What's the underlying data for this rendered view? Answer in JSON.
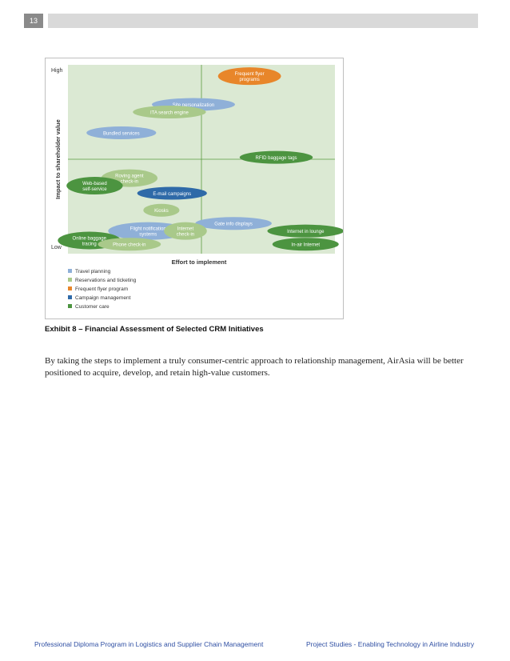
{
  "page_number": "13",
  "caption": "Exhibit 8 – Financial Assessment of Selected CRM Initiatives",
  "body": "By taking the steps to implement a truly consumer-centric approach to relationship management, AirAsia will be better positioned to acquire, develop, and retain high-value customers.",
  "footer": {
    "left": "Professional Diploma Program in Logistics and Supplier Chain Management",
    "right": "Project Studies - Enabling Technology in Airline Industry"
  },
  "chart_data": {
    "type": "scatter",
    "ylabel": "Impact to shareholder value",
    "xlabel": "Effort to implement",
    "y_ticks": [
      "High",
      "Low"
    ],
    "quadrant_grid": true,
    "colors": {
      "travel_planning": "#8fb0d8",
      "reservations": "#a9c98a",
      "frequent_flyer": "#e8862a",
      "campaign": "#2f6aa8",
      "customer_care": "#4c9440"
    },
    "legend": [
      {
        "label": "Travel planning",
        "category": "travel_planning"
      },
      {
        "label": "Reservations and ticketing",
        "category": "reservations"
      },
      {
        "label": "Frequent flyer program",
        "category": "frequent_flyer"
      },
      {
        "label": "Campaign management",
        "category": "campaign"
      },
      {
        "label": "Customer care",
        "category": "customer_care"
      }
    ],
    "points": [
      {
        "label": [
          "Frequent flyer",
          "programs"
        ],
        "category": "frequent_flyer",
        "effort": 0.68,
        "impact": 0.94
      },
      {
        "label": [
          "Site personalization"
        ],
        "category": "travel_planning",
        "effort": 0.47,
        "impact": 0.79
      },
      {
        "label": [
          "ITA search engine"
        ],
        "category": "reservations",
        "effort": 0.38,
        "impact": 0.75
      },
      {
        "label": [
          "Bundled services"
        ],
        "category": "travel_planning",
        "effort": 0.2,
        "impact": 0.64
      },
      {
        "label": [
          "RFID baggage tags"
        ],
        "category": "customer_care",
        "effort": 0.78,
        "impact": 0.51
      },
      {
        "label": [
          "Roving agent",
          "check-in"
        ],
        "category": "reservations",
        "effort": 0.23,
        "impact": 0.4
      },
      {
        "label": [
          "Web-based",
          "self-service"
        ],
        "category": "customer_care",
        "effort": 0.1,
        "impact": 0.36
      },
      {
        "label": [
          "E-mail campaigns"
        ],
        "category": "campaign",
        "effort": 0.39,
        "impact": 0.32
      },
      {
        "label": [
          "Kiosks"
        ],
        "category": "reservations",
        "effort": 0.35,
        "impact": 0.23
      },
      {
        "label": [
          "Gate info displays"
        ],
        "category": "travel_planning",
        "effort": 0.62,
        "impact": 0.16
      },
      {
        "label": [
          "Flight notification",
          "systems"
        ],
        "category": "travel_planning",
        "effort": 0.3,
        "impact": 0.12
      },
      {
        "label": [
          "Internet",
          "check-in"
        ],
        "category": "reservations",
        "effort": 0.44,
        "impact": 0.12
      },
      {
        "label": [
          "Internet in lounge"
        ],
        "category": "customer_care",
        "effort": 0.89,
        "impact": 0.12
      },
      {
        "label": [
          "Online baggage",
          "tracing"
        ],
        "category": "customer_care",
        "effort": 0.08,
        "impact": 0.07
      },
      {
        "label": [
          "Phone check-in"
        ],
        "category": "reservations",
        "effort": 0.23,
        "impact": 0.05
      },
      {
        "label": [
          "In-air Internet"
        ],
        "category": "customer_care",
        "effort": 0.89,
        "impact": 0.05
      }
    ]
  }
}
